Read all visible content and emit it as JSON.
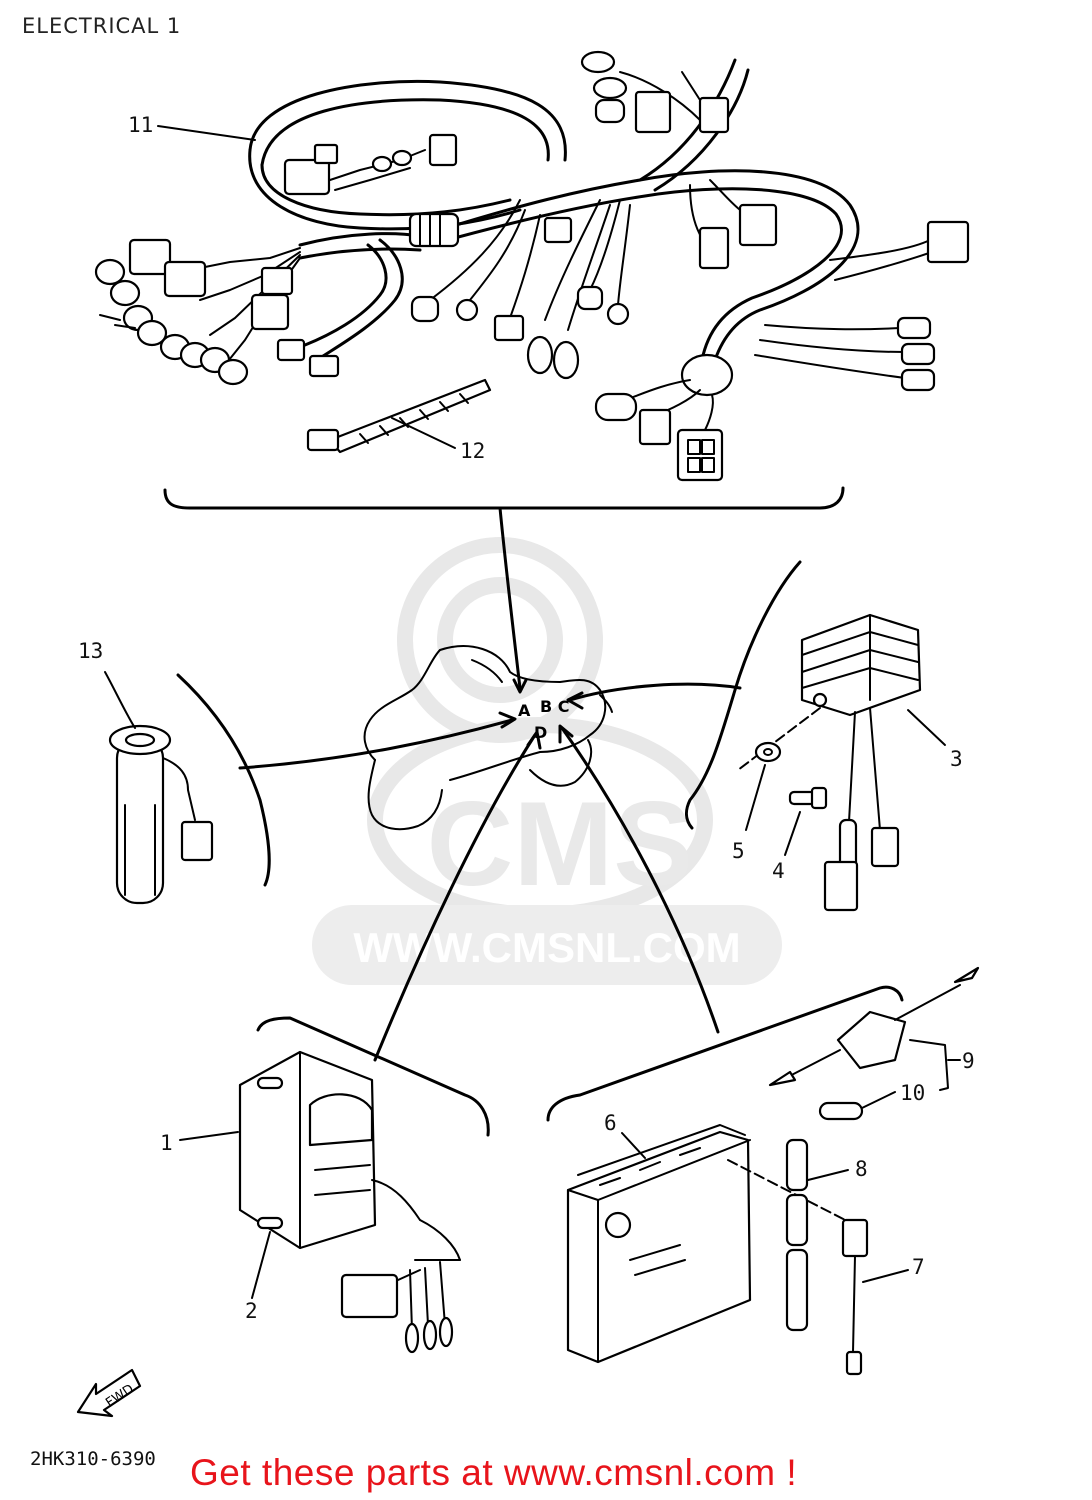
{
  "title": "ELECTRICAL 1",
  "watermark": {
    "brand": "CMS",
    "url": "WWW.CMSNL.COM"
  },
  "parts": [
    {
      "num": "1"
    },
    {
      "num": "2"
    },
    {
      "num": "3"
    },
    {
      "num": "4"
    },
    {
      "num": "5"
    },
    {
      "num": "6"
    },
    {
      "num": "7"
    },
    {
      "num": "8"
    },
    {
      "num": "9"
    },
    {
      "num": "10"
    },
    {
      "num": "11"
    },
    {
      "num": "12"
    },
    {
      "num": "13"
    }
  ],
  "fwd_label": "FWD",
  "document_code": "2HK310-6390",
  "banner": "Get these parts at www.cmsnl.com !",
  "colors": {
    "banner": "#e8141b",
    "lines": "#000000",
    "watermark": "#e8e8e8"
  }
}
